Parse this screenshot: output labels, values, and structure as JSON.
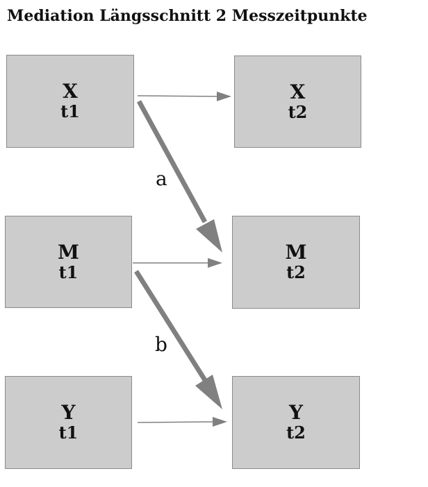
{
  "title": "Mediation Längsschnitt 2 Messzeitpunkte",
  "nodes": {
    "x_t1": {
      "var": "X",
      "time": "t1"
    },
    "x_t2": {
      "var": "X",
      "time": "t2"
    },
    "m_t1": {
      "var": "M",
      "time": "t1"
    },
    "m_t2": {
      "var": "M",
      "time": "t2"
    },
    "y_t1": {
      "var": "Y",
      "time": "t1"
    },
    "y_t2": {
      "var": "Y",
      "time": "t2"
    }
  },
  "paths": {
    "a_label": "a",
    "b_label": "b"
  },
  "colors": {
    "box_fill": "#cccccc",
    "box_border": "#8a8a8a",
    "arrow": "#808080"
  }
}
